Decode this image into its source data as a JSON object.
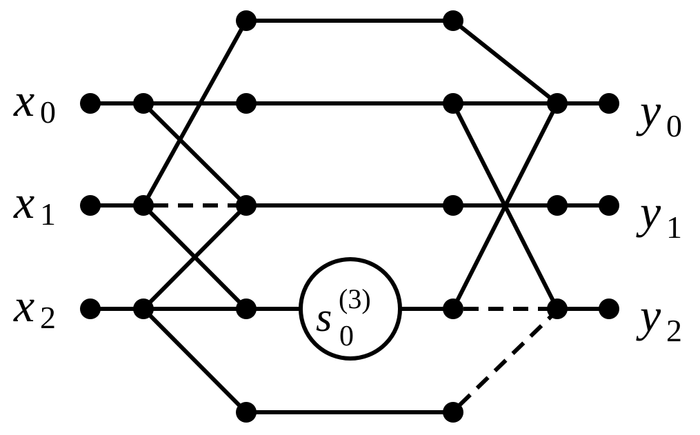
{
  "inputs": [
    {
      "symbol": "x",
      "index": "0"
    },
    {
      "symbol": "x",
      "index": "1"
    },
    {
      "symbol": "x",
      "index": "2"
    }
  ],
  "outputs": [
    {
      "symbol": "y",
      "index": "0"
    },
    {
      "symbol": "y",
      "index": "1"
    },
    {
      "symbol": "y",
      "index": "2"
    }
  ],
  "stage_element": {
    "symbol": "s",
    "sub": "0",
    "sup": "(3)"
  }
}
